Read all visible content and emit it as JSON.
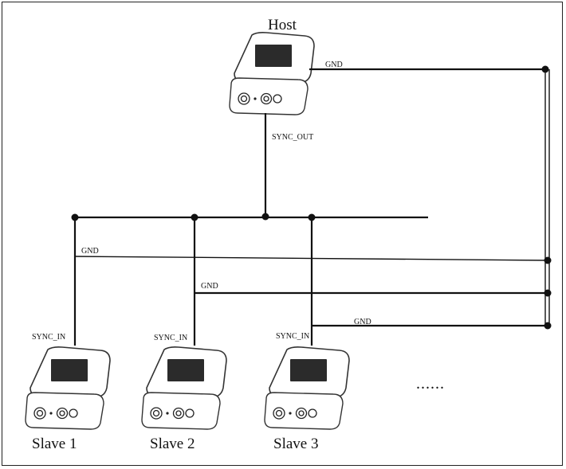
{
  "devices": {
    "host": {
      "title": "Host"
    },
    "slave1": {
      "title": "Slave 1"
    },
    "slave2": {
      "title": "Slave 2"
    },
    "slave3": {
      "title": "Slave 3"
    }
  },
  "signals": {
    "host_gnd": "GND",
    "host_sync_out": "SYNC_OUT",
    "slave1_gnd": "GND",
    "slave2_gnd": "GND",
    "slave3_gnd": "GND",
    "slave1_sync_in": "SYNC_IN",
    "slave2_sync_in": "SYNC_IN",
    "slave3_sync_in": "SYNC_IN"
  },
  "ellipsis": "......"
}
